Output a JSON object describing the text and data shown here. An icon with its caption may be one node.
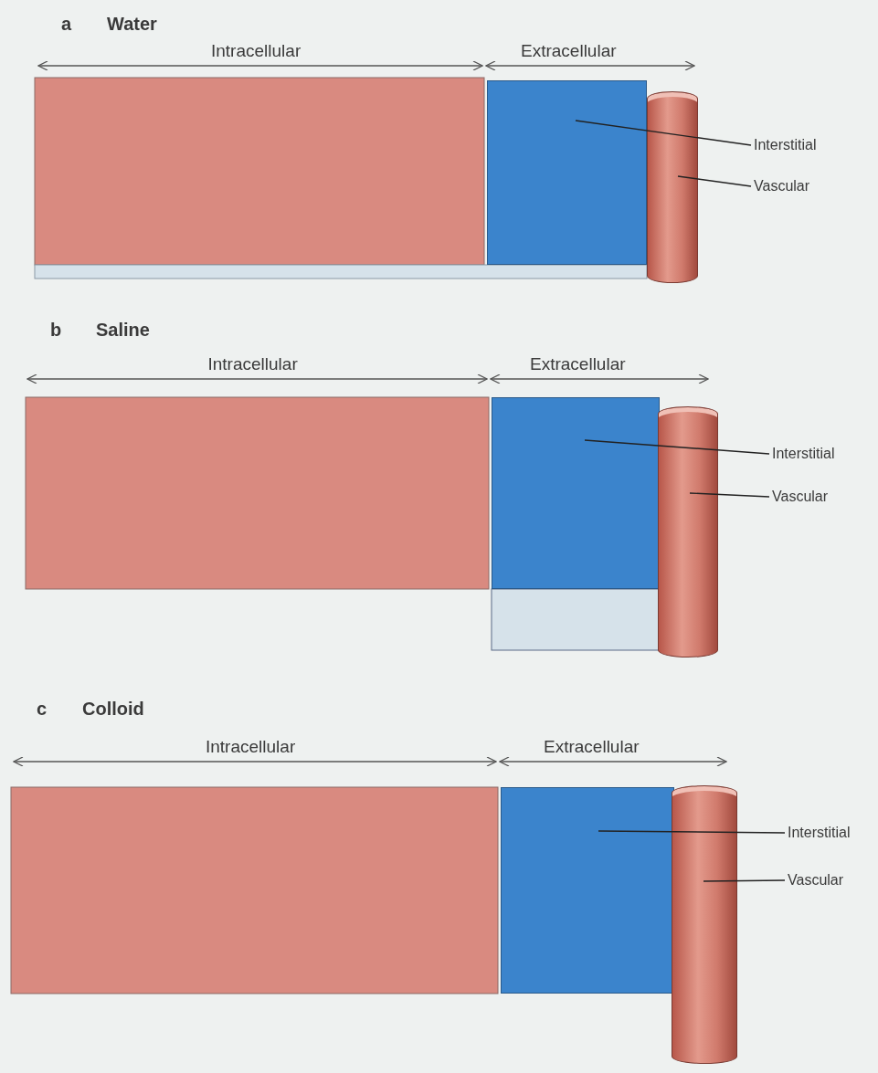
{
  "diagram": {
    "nodes": [
      {
        "text": [
          "Interstitial"
        ]
      },
      {
        "text": [
          "Vascular"
        ]
      },
      {
        "text": [],
        "shape": "box"
      },
      {
        "text": [],
        "shape": "cylinder"
      },
      {
        "text": [
          "Interstitial"
        ]
      },
      {
        "text": [
          "Vascular"
        ]
      },
      {
        "text": [],
        "shape": "box"
      },
      {
        "text": [],
        "shape": "cylinder"
      },
      {
        "text": [
          "Interstitial"
        ]
      },
      {
        "text": [
          "Vascular"
        ]
      },
      {
        "text": [],
        "shape": "box"
      },
      {
        "text": [],
        "shape": "cylinder"
      }
    ],
    "edges": [
      {
        "from": 0,
        "to": 2,
        "arrow": "none"
      },
      {
        "from": 1,
        "to": 3,
        "arrow": "none"
      },
      {
        "from": 4,
        "to": 6,
        "arrow": "none"
      },
      {
        "from": 5,
        "to": 7,
        "arrow": "none"
      },
      {
        "from": 8,
        "to": 10,
        "arrow": "none"
      },
      {
        "from": 9,
        "to": 11,
        "arrow": "none"
      }
    ],
    "labels": [
      "a",
      "Water",
      "Intracellular",
      "Extracellular",
      "b",
      "Saline",
      "Intracellular",
      "Extracellular",
      "c",
      "Colloid",
      "Intracellular",
      "Extracellular"
    ]
  }
}
